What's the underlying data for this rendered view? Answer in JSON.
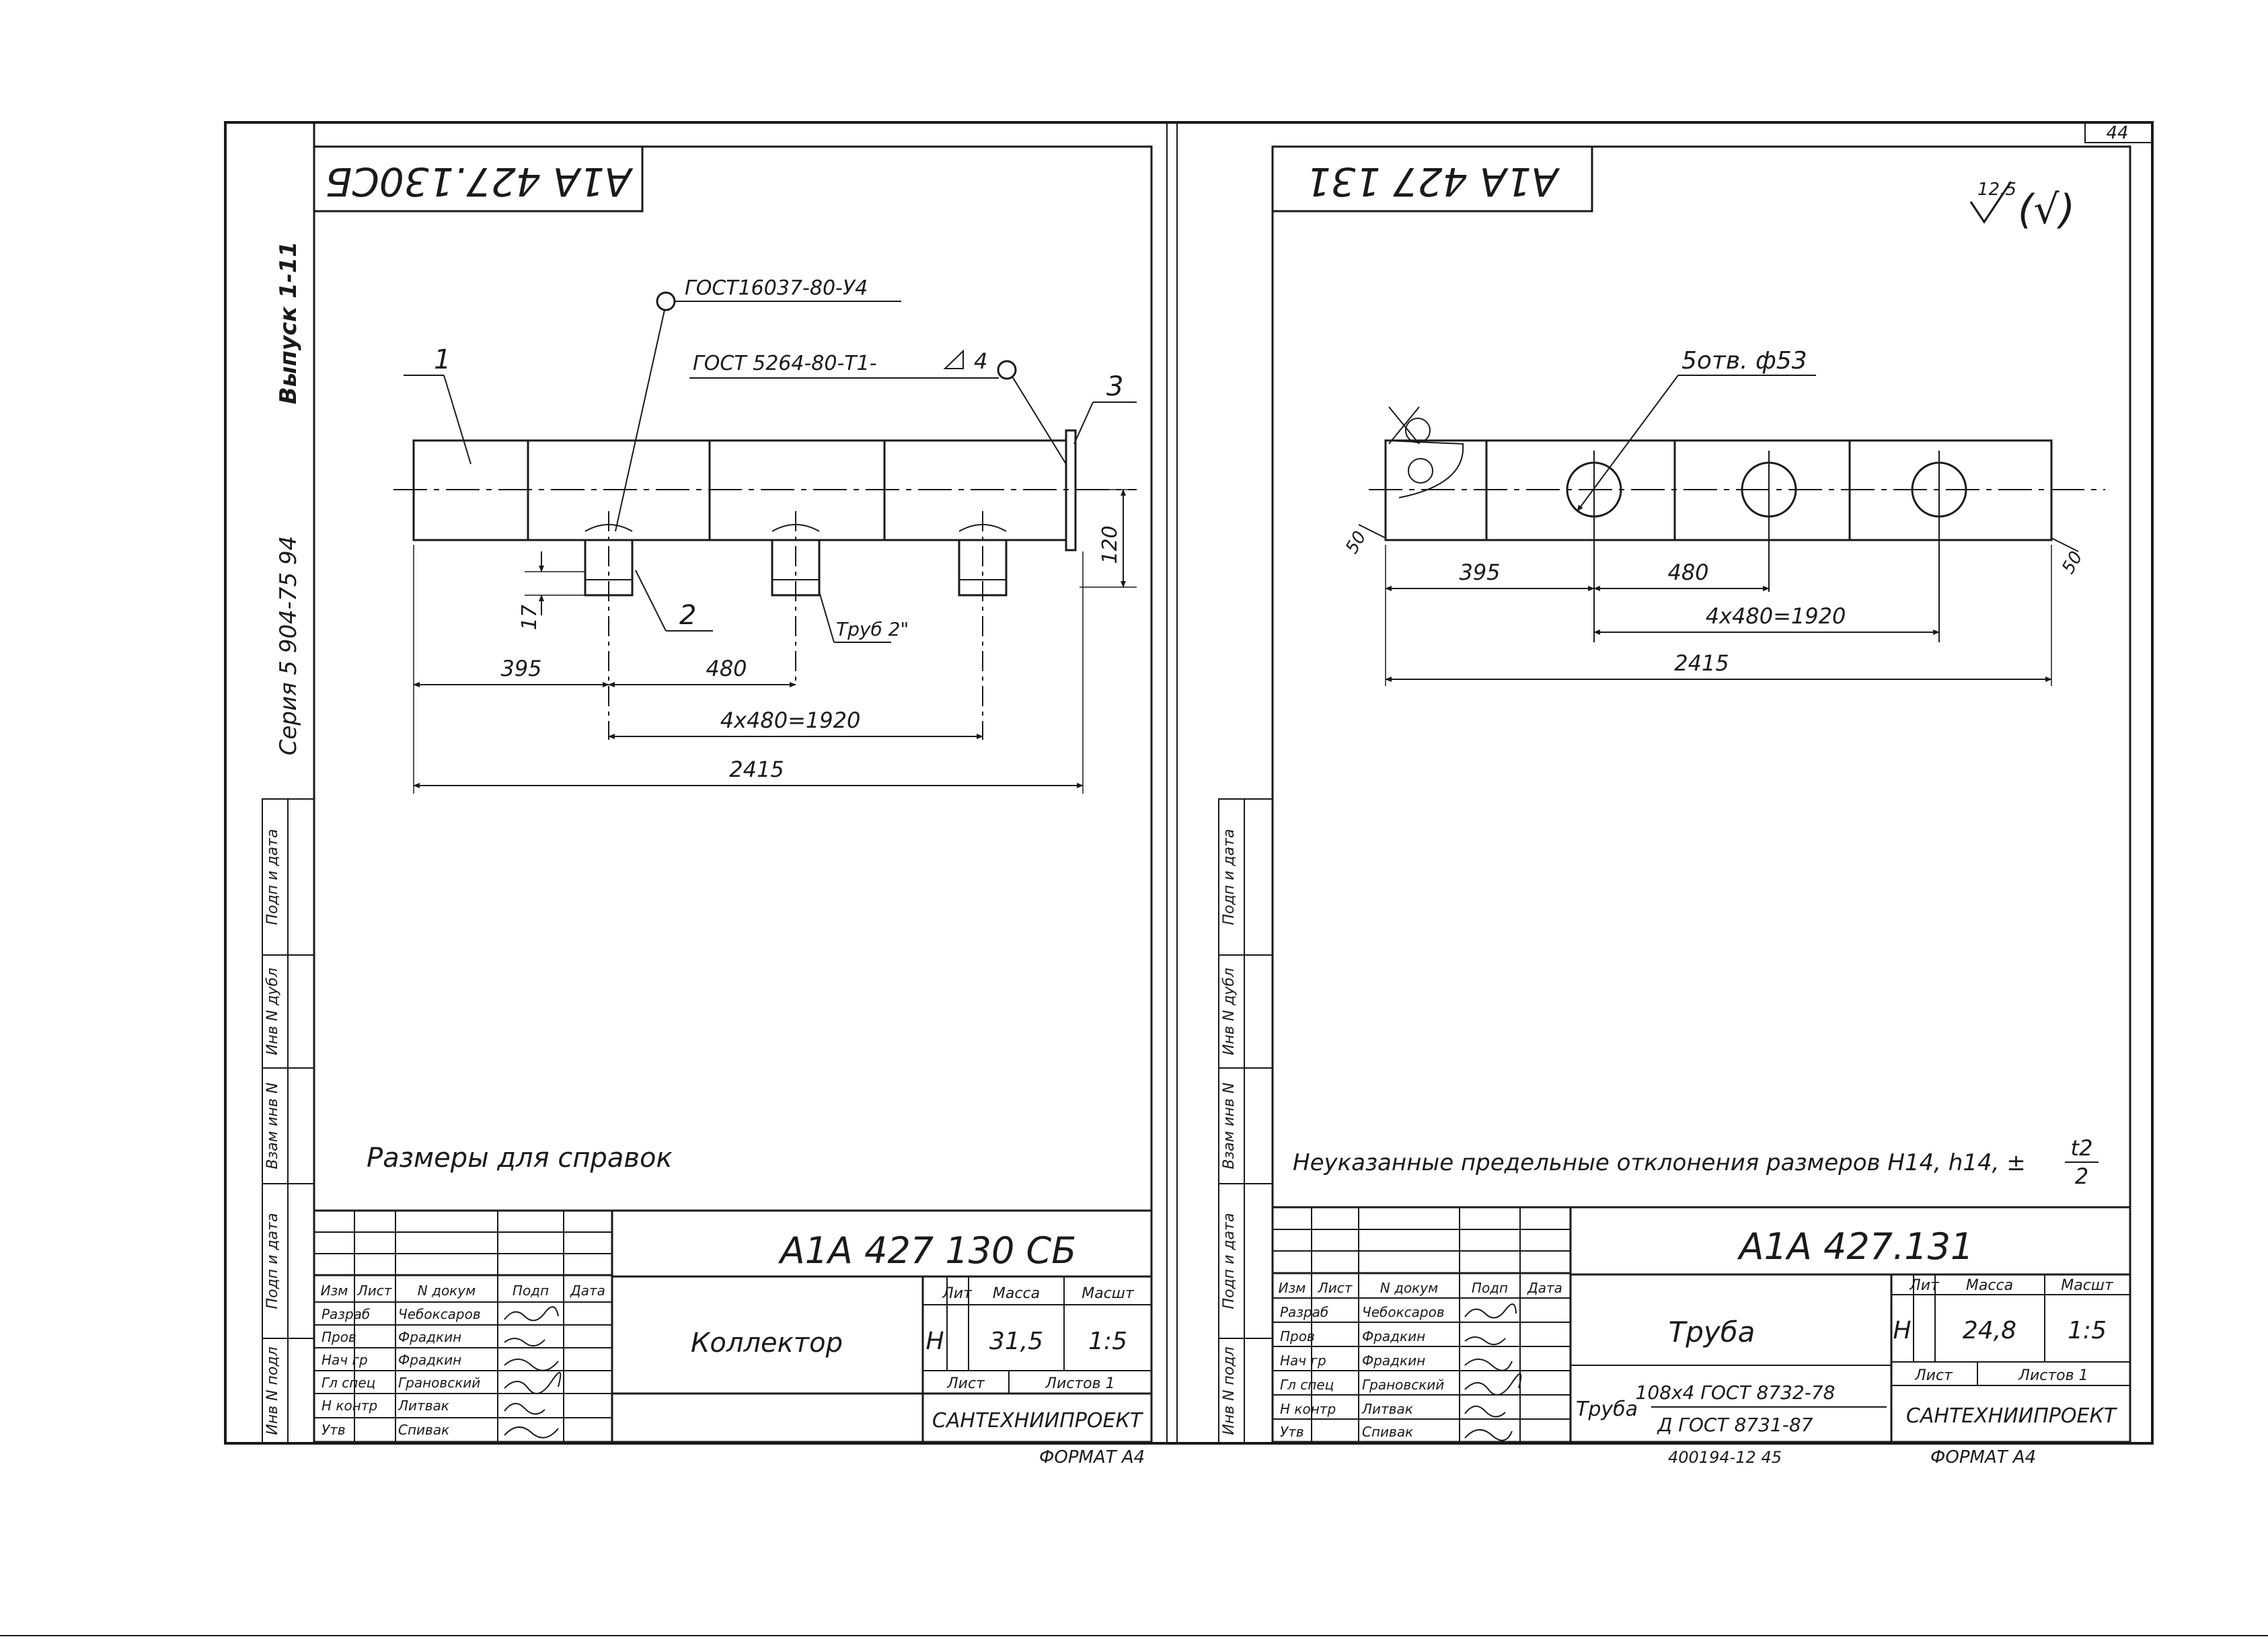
{
  "frame": {
    "page_number": "44",
    "series_label": "Серия 5 904-75 94",
    "issue_label": "Выпуск 1-11",
    "left_margin_labels": [
      "Подп и дата",
      "Инв N дубл",
      "Взам инв N",
      "Подп и дата",
      "Инв N подл"
    ],
    "sheet_format": "ФОРМАТ А4",
    "bottom_code": "400194-12   45"
  },
  "left_sheet": {
    "mirror_code": "А1А 427.130СБ",
    "callouts": {
      "gost_weld_1": "ГОСТ16037-80-У4",
      "gost_weld_2": "ГОСТ 5264-80-Т1-",
      "weld_leg": "4",
      "part_1": "1",
      "part_2": "2",
      "part_3": "3",
      "pipe_label": "Труб 2\""
    },
    "dimensions": {
      "d395": "395",
      "d480": "480",
      "d1920": "4х480=1920",
      "d2415": "2415",
      "d120": "120",
      "d17": "17"
    },
    "note": "Размеры для справок",
    "title_block": {
      "designation": "А1А 427 130 СБ",
      "name": "Коллектор",
      "headers": {
        "rev": "Изм",
        "sheet": "Лист",
        "doc": "N докум",
        "sign": "Подп",
        "date": "Дата"
      },
      "roles": [
        {
          "role": "Разраб",
          "name": "Чебоксаров"
        },
        {
          "role": "Пров",
          "name": "Фрадкин"
        },
        {
          "role": "Нач гр",
          "name": "Фрадкин"
        },
        {
          "role": "Гл спец",
          "name": "Грановский"
        },
        {
          "role": "Н контр",
          "name": "Литвак"
        },
        {
          "role": "Утв",
          "name": "Спивак"
        }
      ],
      "lit_header": "Лит",
      "mass_header": "Масса",
      "scale_header": "Масшт",
      "lit_value": "Н",
      "mass_value": "31,5",
      "scale_value": "1:5",
      "sheet_label": "Лист",
      "sheets_label": "Листов 1",
      "org": "САНТЕХНИИПРОЕКТ"
    }
  },
  "right_sheet": {
    "mirror_code": "А1А 427 131",
    "roughness": "12,5",
    "roughness_bracket": "(√)",
    "hole_callout": "5отв. ф53",
    "chamfer_left": "50",
    "chamfer_right": "50",
    "dimensions": {
      "d395": "395",
      "d480": "480",
      "d1920": "4х480=1920",
      "d2415": "2415"
    },
    "note_main": "Неуказанные предельные отклонения размеров Н14, h14, ±",
    "note_frac_top": "t2",
    "note_frac_bottom": "2",
    "title_block": {
      "designation": "А1А 427.131",
      "name": "Труба",
      "headers": {
        "rev": "Изм",
        "sheet": "Лист",
        "doc": "N докум",
        "sign": "Подп",
        "date": "Дата"
      },
      "roles": [
        {
          "role": "Разраб",
          "name": "Чебоксаров"
        },
        {
          "role": "Пров",
          "name": "Фрадкин"
        },
        {
          "role": "Нач гр",
          "name": "Фрадкин"
        },
        {
          "role": "Гл спец",
          "name": "Грановский"
        },
        {
          "role": "Н контр",
          "name": "Литвак"
        },
        {
          "role": "Утв",
          "name": "Спивак"
        }
      ],
      "lit_header": "Лит",
      "mass_header": "Масса",
      "scale_header": "Масшт",
      "lit_value": "Н",
      "mass_value": "24,8",
      "scale_value": "1:5",
      "sheet_label": "Лист",
      "sheets_label": "Листов 1",
      "material_prefix": "Труба",
      "material_top": "108х4 ГОСТ 8732-78",
      "material_bottom": "Д ГОСТ 8731-87",
      "org": "САНТЕХНИИПРОЕКТ"
    }
  }
}
